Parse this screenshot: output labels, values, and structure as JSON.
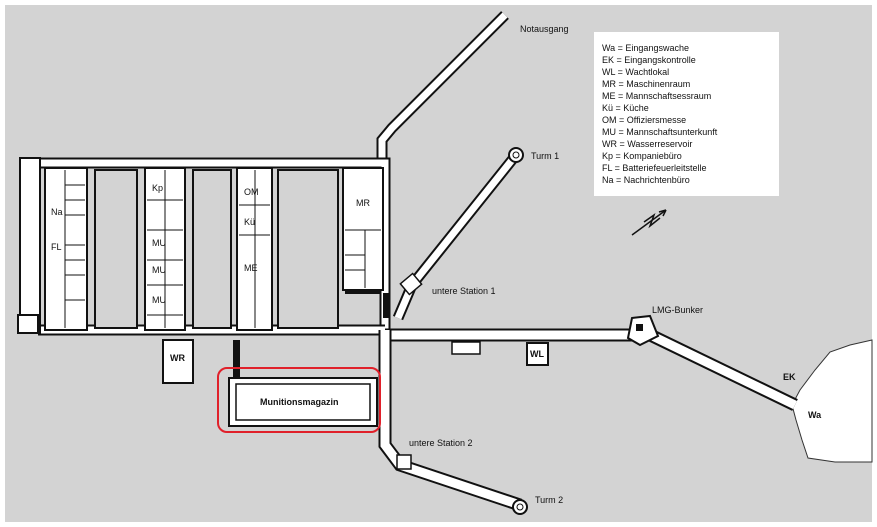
{
  "labels": {
    "notausgang": "Notausgang",
    "turm1": "Turm 1",
    "turm2": "Turm 2",
    "untere_station_1": "untere Station 1",
    "untere_station_2": "untere Station 2",
    "lmg_bunker": "LMG-Bunker",
    "ek": "EK",
    "wa": "Wa",
    "wr": "WR",
    "wl": "WL",
    "munitionsmagazin": "Munitionsmagazin",
    "na": "Na",
    "fl": "FL",
    "kp": "Kp",
    "mu1": "MU",
    "mu2": "MU",
    "mu3": "MU",
    "om": "OM",
    "ku": "Kü",
    "me": "ME",
    "mr": "MR"
  },
  "legend": [
    "Wa = Eingangswache",
    "EK = Eingangskontrolle",
    "WL = Wachtlokal",
    "MR = Maschinenraum",
    "ME = Mannschaftsessraum",
    "Kü = Küche",
    "OM = Offiziersmesse",
    "MU = Mannschaftsunterkunft",
    "WR = Wasserreservoir",
    "Kp = Kompaniebüro",
    "FL = Batteriefeuerleitstelle",
    "Na = Nachrichtenbüro"
  ],
  "colors": {
    "background": "#ffffff",
    "ground": "#d3d3d3",
    "wall": "#111111",
    "highlight": "#e0202a"
  }
}
